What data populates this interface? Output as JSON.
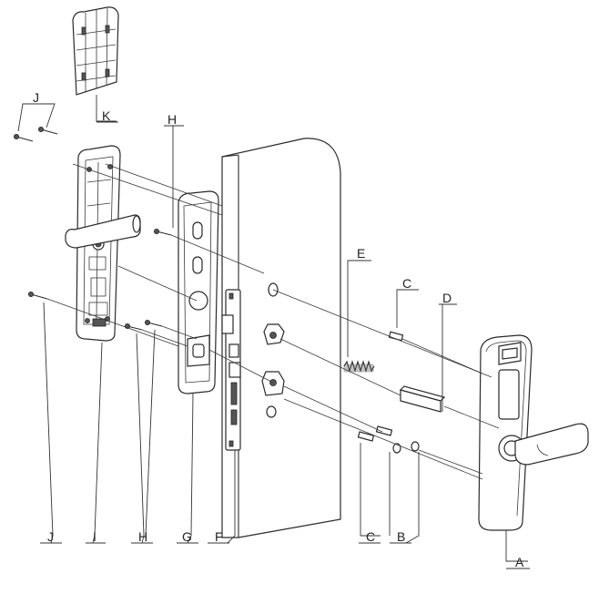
{
  "labels": {
    "A": "A",
    "B": "B",
    "C_top": "C",
    "C_bottom": "C",
    "D": "D",
    "E": "E",
    "F": "F",
    "G": "G",
    "H_top": "H",
    "H_bottom": "H",
    "I": "I",
    "J_top": "J",
    "J_bottom": "J",
    "K": "K"
  },
  "colors": {
    "line": "#2a2a2a",
    "background": "#ffffff"
  }
}
